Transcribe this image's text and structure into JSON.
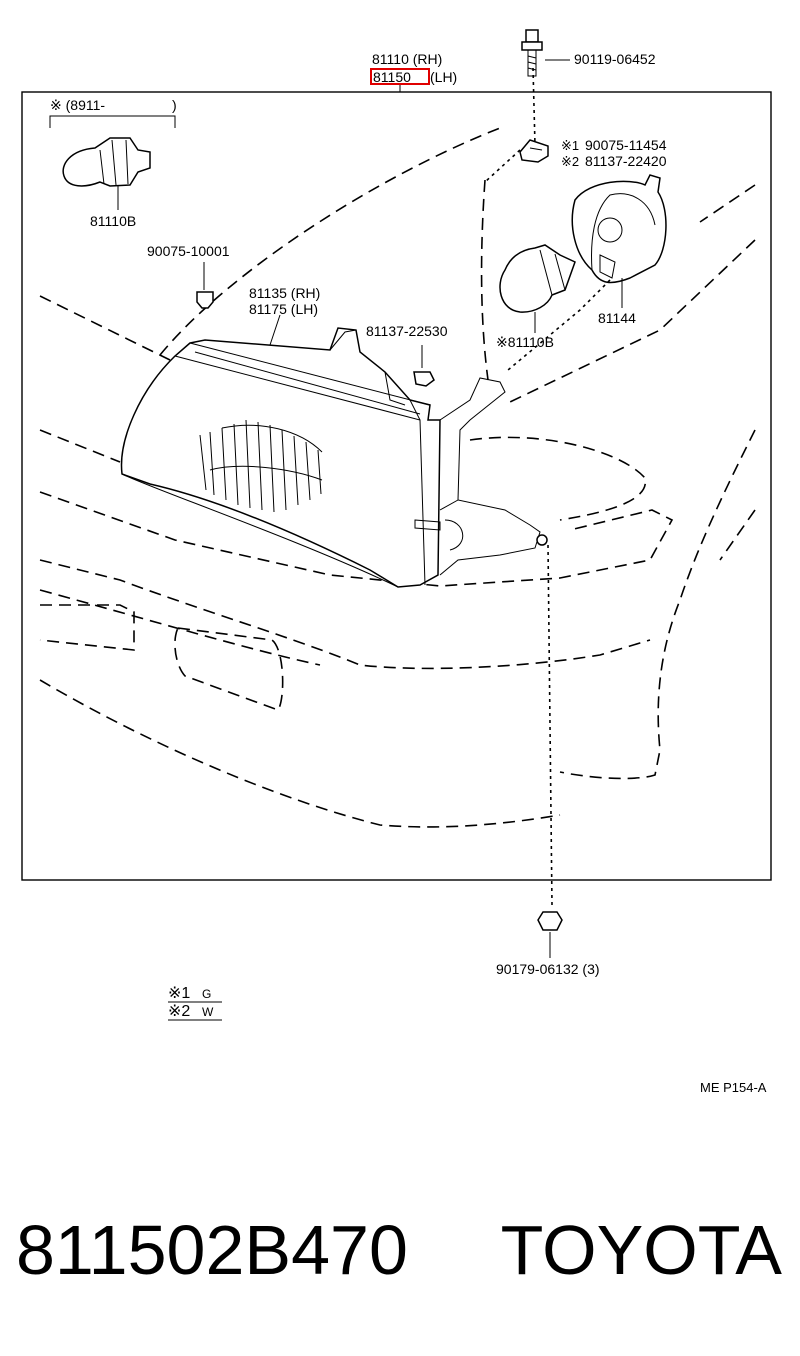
{
  "parts": {
    "p81110_rh": "81110 (RH)",
    "p81150": "81150",
    "p81150_lh_suffix": "(LH)",
    "p90119": "90119-06452",
    "p89110": "※ (8911-",
    "p89110_close": ")",
    "p81110b_top": "81110B",
    "p90075_10001": "90075-10001",
    "p81135_rh": "81135 (RH)",
    "p81175_lh": "81175 (LH)",
    "p81137_22530": "81137-22530",
    "mark1": "※1",
    "mark2": "※2",
    "p90075_11454": "90075-11454",
    "p81137_22420": "81137-22420",
    "p81110b_mid": "※81110B",
    "p81144": "81144",
    "p90179": "90179-06132 (3)"
  },
  "legend": {
    "row1_mark": "※1",
    "row1_code": "G",
    "row2_mark": "※2",
    "row2_code": "W"
  },
  "diagram_code": "ME P154-A",
  "footer": {
    "part_number": "811502B470",
    "brand": "TOYOTA"
  },
  "highlight_color": "#e00000"
}
